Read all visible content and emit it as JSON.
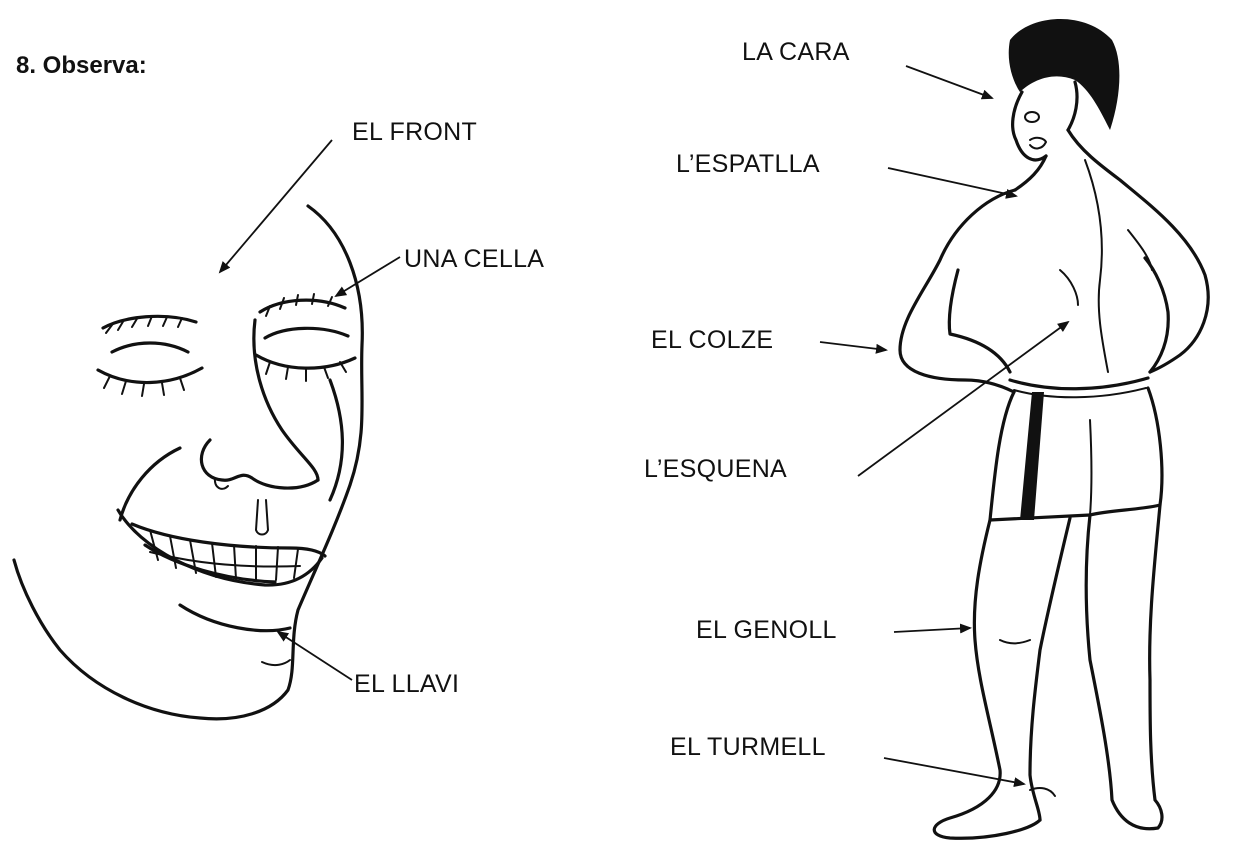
{
  "exercise": {
    "heading": "8.  Observa:"
  },
  "face_labels": {
    "front": "EL FRONT",
    "cella": "UNA CELLA",
    "llavi": "EL LLAVI"
  },
  "body_labels": {
    "cara": "LA CARA",
    "espatlla": "L’ESPATLLA",
    "colze": "EL COLZE",
    "esquena": "L’ESQUENA",
    "genoll": "EL GENOLL",
    "turmell": "EL TURMELL"
  }
}
